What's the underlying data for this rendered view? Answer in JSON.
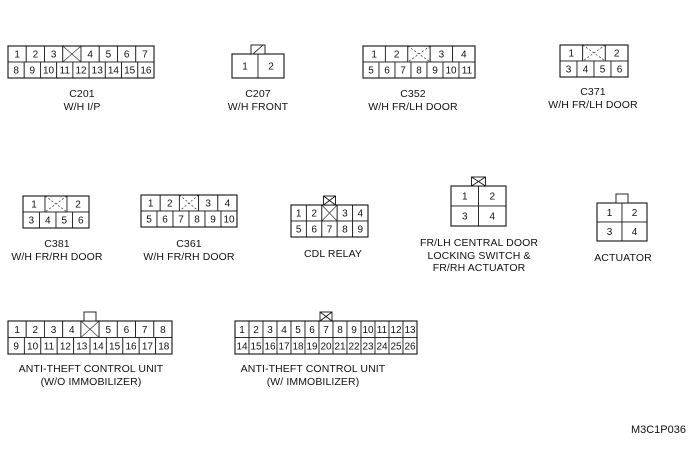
{
  "diagram_code": "M3C1P036",
  "connectors": [
    {
      "id": "c201",
      "rows": [
        [
          "1",
          "2",
          "3",
          "X",
          "4",
          "5",
          "6",
          "7"
        ],
        [
          "8",
          "9",
          "10",
          "11",
          "12",
          "13",
          "14",
          "15",
          "16"
        ]
      ],
      "key": "none",
      "label": [
        "C201",
        "W/H I/P"
      ]
    },
    {
      "id": "c207",
      "rows": [
        [
          "1",
          "2"
        ]
      ],
      "key": "hatched",
      "label": [
        "C207",
        "W/H FRONT"
      ]
    },
    {
      "id": "c352",
      "rows": [
        [
          "1",
          "2",
          "x",
          "3",
          "4"
        ],
        [
          "5",
          "6",
          "7",
          "8",
          "9",
          "10",
          "11"
        ]
      ],
      "key": "none",
      "label": [
        "C352",
        "W/H FR/LH DOOR"
      ]
    },
    {
      "id": "c371",
      "rows": [
        [
          "1",
          "x",
          "2"
        ],
        [
          "3",
          "4",
          "5",
          "6"
        ]
      ],
      "key": "none",
      "label": [
        "C371",
        "W/H FR/LH DOOR"
      ]
    },
    {
      "id": "c381",
      "rows": [
        [
          "1",
          "x",
          "2"
        ],
        [
          "3",
          "4",
          "5",
          "6"
        ]
      ],
      "key": "none",
      "label": [
        "C381",
        "W/H FR/RH DOOR"
      ]
    },
    {
      "id": "c361",
      "rows": [
        [
          "1",
          "2",
          "x",
          "3",
          "4"
        ],
        [
          "5",
          "6",
          "7",
          "8",
          "9",
          "10"
        ]
      ],
      "key": "none",
      "label": [
        "C361",
        "W/H FR/RH DOOR"
      ]
    },
    {
      "id": "cdl_relay",
      "rows": [
        [
          "1",
          "2",
          "X",
          "3",
          "4"
        ],
        [
          "5",
          "6",
          "7",
          "8",
          "9"
        ]
      ],
      "key": "crossed",
      "label": [
        "CDL RELAY"
      ]
    },
    {
      "id": "locking_switch",
      "rows": [
        [
          "1",
          "2"
        ],
        [
          "3",
          "4"
        ]
      ],
      "key": "crossed",
      "label": [
        "FR/LH CENTRAL DOOR",
        "LOCKING SWITCH &",
        "FR/RH ACTUATOR"
      ]
    },
    {
      "id": "actuator",
      "rows": [
        [
          "1",
          "2"
        ],
        [
          "3",
          "4"
        ]
      ],
      "key": "plain",
      "label": [
        "ACTUATOR"
      ]
    },
    {
      "id": "atcu_wo",
      "rows": [
        [
          "1",
          "2",
          "3",
          "4",
          "X",
          "5",
          "6",
          "7",
          "8"
        ],
        [
          "9",
          "10",
          "11",
          "12",
          "13",
          "14",
          "15",
          "16",
          "17",
          "18"
        ]
      ],
      "key": "plain",
      "label": [
        "ANTI-THEFT CONTROL UNIT",
        "(W/O IMMOBILIZER)"
      ]
    },
    {
      "id": "atcu_w",
      "rows": [
        [
          "1",
          "2",
          "3",
          "4",
          "5",
          "6",
          "7",
          "8",
          "9",
          "10",
          "11",
          "12",
          "13"
        ],
        [
          "14",
          "15",
          "16",
          "17",
          "18",
          "19",
          "20",
          "21",
          "22",
          "23",
          "24",
          "25",
          "26"
        ]
      ],
      "key": "crossed",
      "label": [
        "ANTI-THEFT CONTROL UNIT",
        "(W/ IMMOBILIZER)"
      ]
    }
  ]
}
